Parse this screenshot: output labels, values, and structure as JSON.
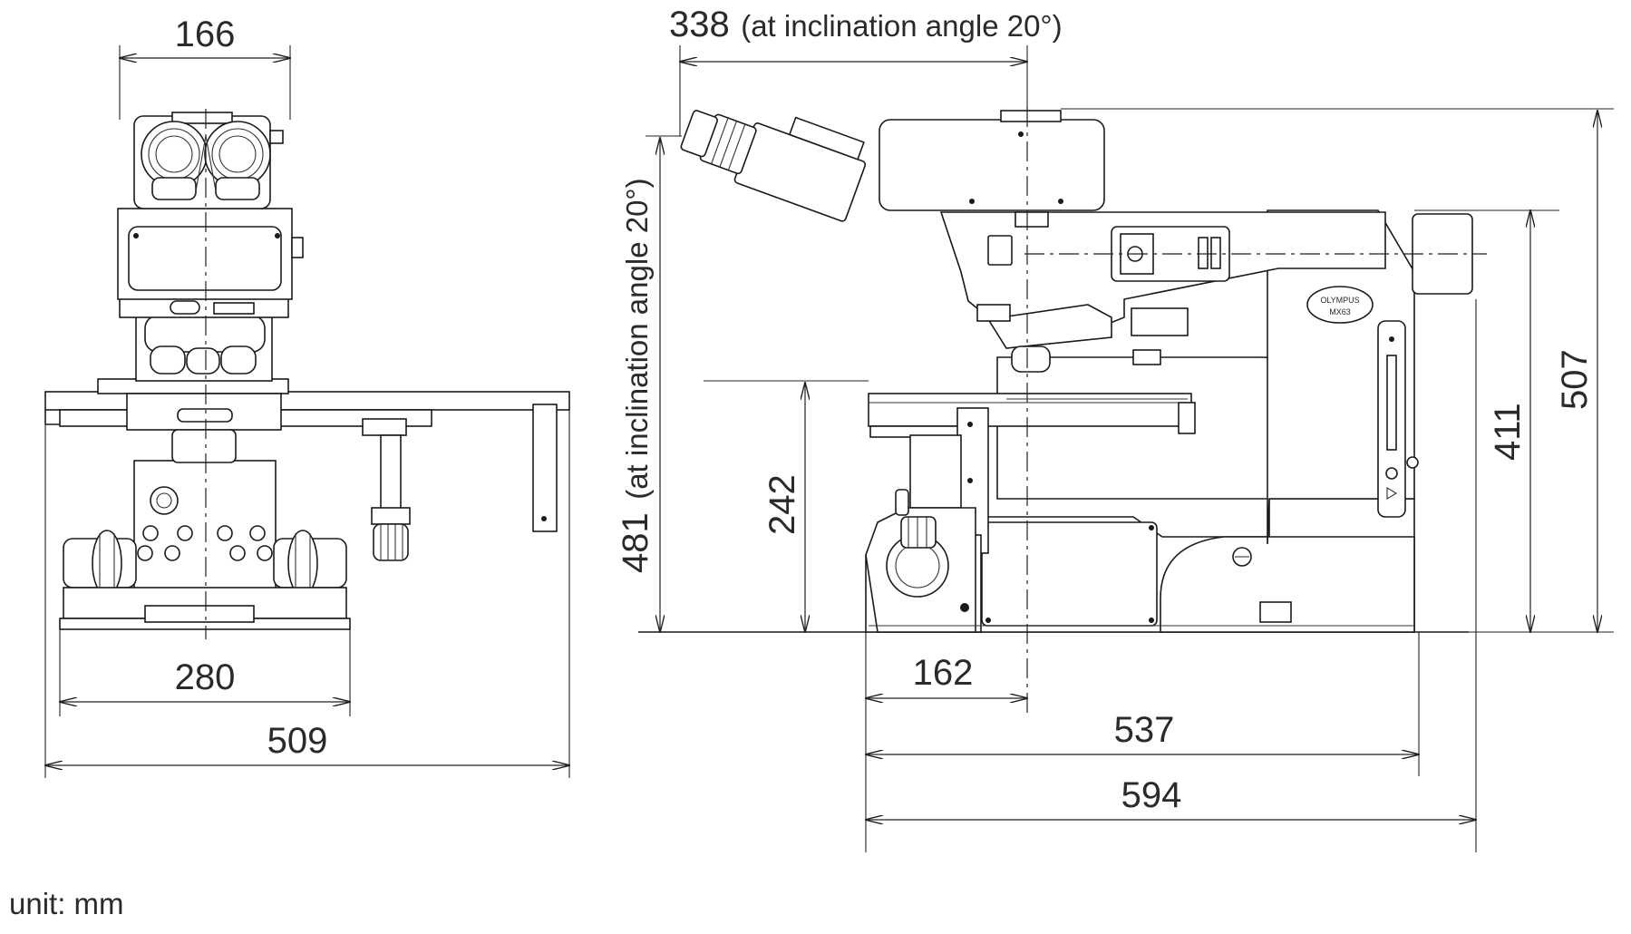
{
  "front_view": {
    "dim_eyepiece_width": "166",
    "dim_base_width": "280",
    "dim_stage_width": "509"
  },
  "side_view": {
    "dim_eyepiece_offset": "338",
    "eyepiece_note": "(at inclination angle 20°)",
    "dim_eyepiece_height": "481",
    "height_note": "(at inclination angle 20°)",
    "dim_stage_height": "242",
    "dim_light_height": "411",
    "dim_total_height": "507",
    "dim_front_to_axis": "162",
    "dim_base_depth": "537",
    "dim_total_depth": "594",
    "brand_badge": "OLYMPUS",
    "model_badge": "MX63"
  },
  "unit_label": "unit: mm"
}
